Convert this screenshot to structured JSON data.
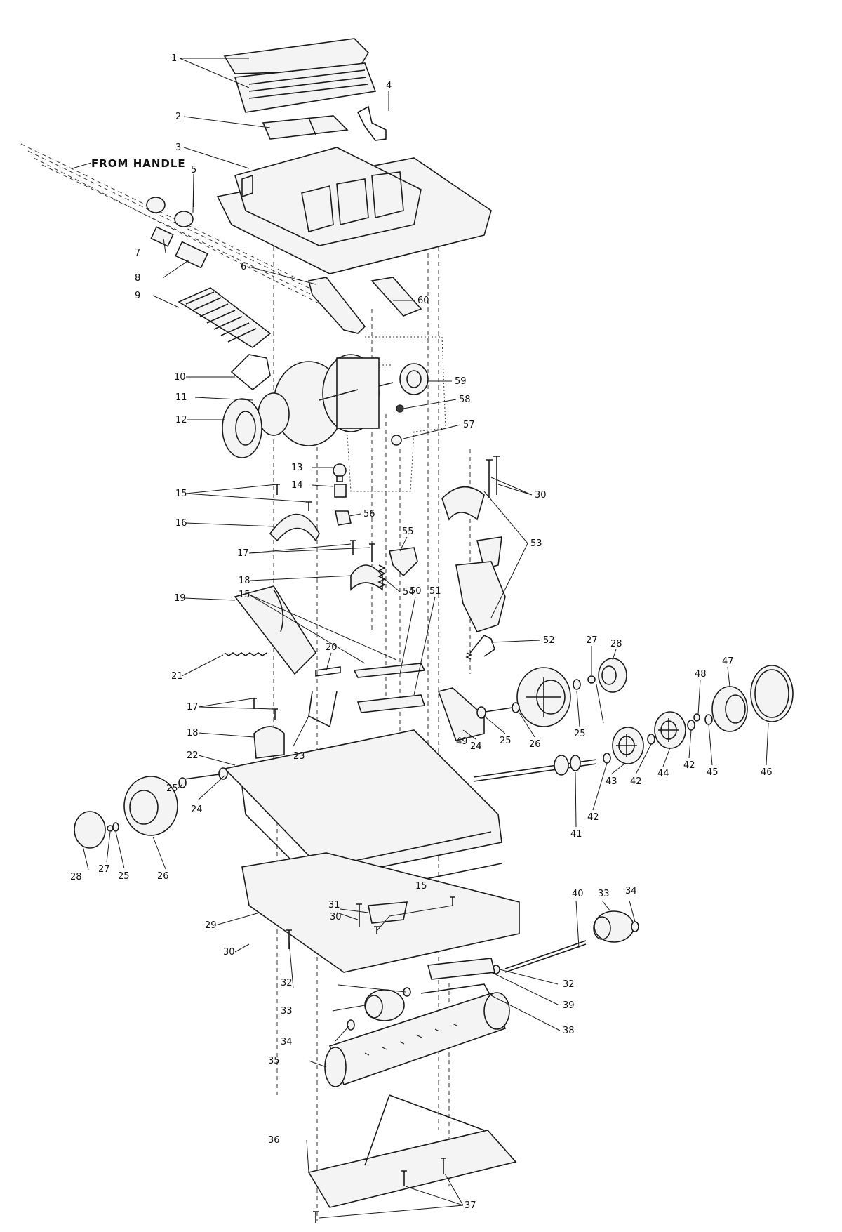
{
  "caption": "FROM HANDLE",
  "callouts": [
    {
      "id": "c1",
      "label": "1"
    },
    {
      "id": "c2",
      "label": "2"
    },
    {
      "id": "c3",
      "label": "3"
    },
    {
      "id": "c4",
      "label": "4"
    },
    {
      "id": "c5",
      "label": "5"
    },
    {
      "id": "c6",
      "label": "6"
    },
    {
      "id": "c7",
      "label": "7"
    },
    {
      "id": "c8",
      "label": "8"
    },
    {
      "id": "c9",
      "label": "9"
    },
    {
      "id": "c10",
      "label": "10"
    },
    {
      "id": "c11",
      "label": "11"
    },
    {
      "id": "c12",
      "label": "12"
    },
    {
      "id": "c13",
      "label": "13"
    },
    {
      "id": "c14",
      "label": "14"
    },
    {
      "id": "c15a",
      "label": "15"
    },
    {
      "id": "c16",
      "label": "16"
    },
    {
      "id": "c17a",
      "label": "17"
    },
    {
      "id": "c18a",
      "label": "18"
    },
    {
      "id": "c15b",
      "label": "15"
    },
    {
      "id": "c19",
      "label": "19"
    },
    {
      "id": "c20",
      "label": "20"
    },
    {
      "id": "c21",
      "label": "21"
    },
    {
      "id": "c17b",
      "label": "17"
    },
    {
      "id": "c18b",
      "label": "18"
    },
    {
      "id": "c23",
      "label": "23"
    },
    {
      "id": "c22",
      "label": "22"
    },
    {
      "id": "c25a",
      "label": "25"
    },
    {
      "id": "c24a",
      "label": "24"
    },
    {
      "id": "c28a",
      "label": "28"
    },
    {
      "id": "c27a",
      "label": "27"
    },
    {
      "id": "c25b",
      "label": "25"
    },
    {
      "id": "c26a",
      "label": "26"
    },
    {
      "id": "c29",
      "label": "29"
    },
    {
      "id": "c30a",
      "label": "30"
    },
    {
      "id": "c31",
      "label": "31"
    },
    {
      "id": "c15c",
      "label": "15"
    },
    {
      "id": "c30b",
      "label": "30"
    },
    {
      "id": "c32a",
      "label": "32"
    },
    {
      "id": "c33a",
      "label": "33"
    },
    {
      "id": "c34a",
      "label": "34"
    },
    {
      "id": "c35",
      "label": "35"
    },
    {
      "id": "c36",
      "label": "36"
    },
    {
      "id": "c37",
      "label": "37"
    },
    {
      "id": "c40",
      "label": "40"
    },
    {
      "id": "c33b",
      "label": "33"
    },
    {
      "id": "c34b",
      "label": "34"
    },
    {
      "id": "c32b",
      "label": "32"
    },
    {
      "id": "c39",
      "label": "39"
    },
    {
      "id": "c38",
      "label": "38"
    },
    {
      "id": "c60",
      "label": "60"
    },
    {
      "id": "c59",
      "label": "59"
    },
    {
      "id": "c58",
      "label": "58"
    },
    {
      "id": "c57",
      "label": "57"
    },
    {
      "id": "c56",
      "label": "56"
    },
    {
      "id": "c55",
      "label": "55"
    },
    {
      "id": "c54",
      "label": "54"
    },
    {
      "id": "c30c",
      "label": "30"
    },
    {
      "id": "c53",
      "label": "53"
    },
    {
      "id": "c50",
      "label": "50"
    },
    {
      "id": "c51",
      "label": "51"
    },
    {
      "id": "c52",
      "label": "52"
    },
    {
      "id": "c27b",
      "label": "27"
    },
    {
      "id": "c28b",
      "label": "28"
    },
    {
      "id": "c25c",
      "label": "25"
    },
    {
      "id": "c26b",
      "label": "26"
    },
    {
      "id": "c25d",
      "label": "25"
    },
    {
      "id": "c24b",
      "label": "24"
    },
    {
      "id": "c49",
      "label": "49"
    },
    {
      "id": "c48",
      "label": "48"
    },
    {
      "id": "c47",
      "label": "47"
    },
    {
      "id": "c46",
      "label": "46"
    },
    {
      "id": "c45",
      "label": "45"
    },
    {
      "id": "c42a",
      "label": "42"
    },
    {
      "id": "c44",
      "label": "44"
    },
    {
      "id": "c42b",
      "label": "42"
    },
    {
      "id": "c43",
      "label": "43"
    },
    {
      "id": "c42c",
      "label": "42"
    },
    {
      "id": "c41",
      "label": "41"
    }
  ]
}
